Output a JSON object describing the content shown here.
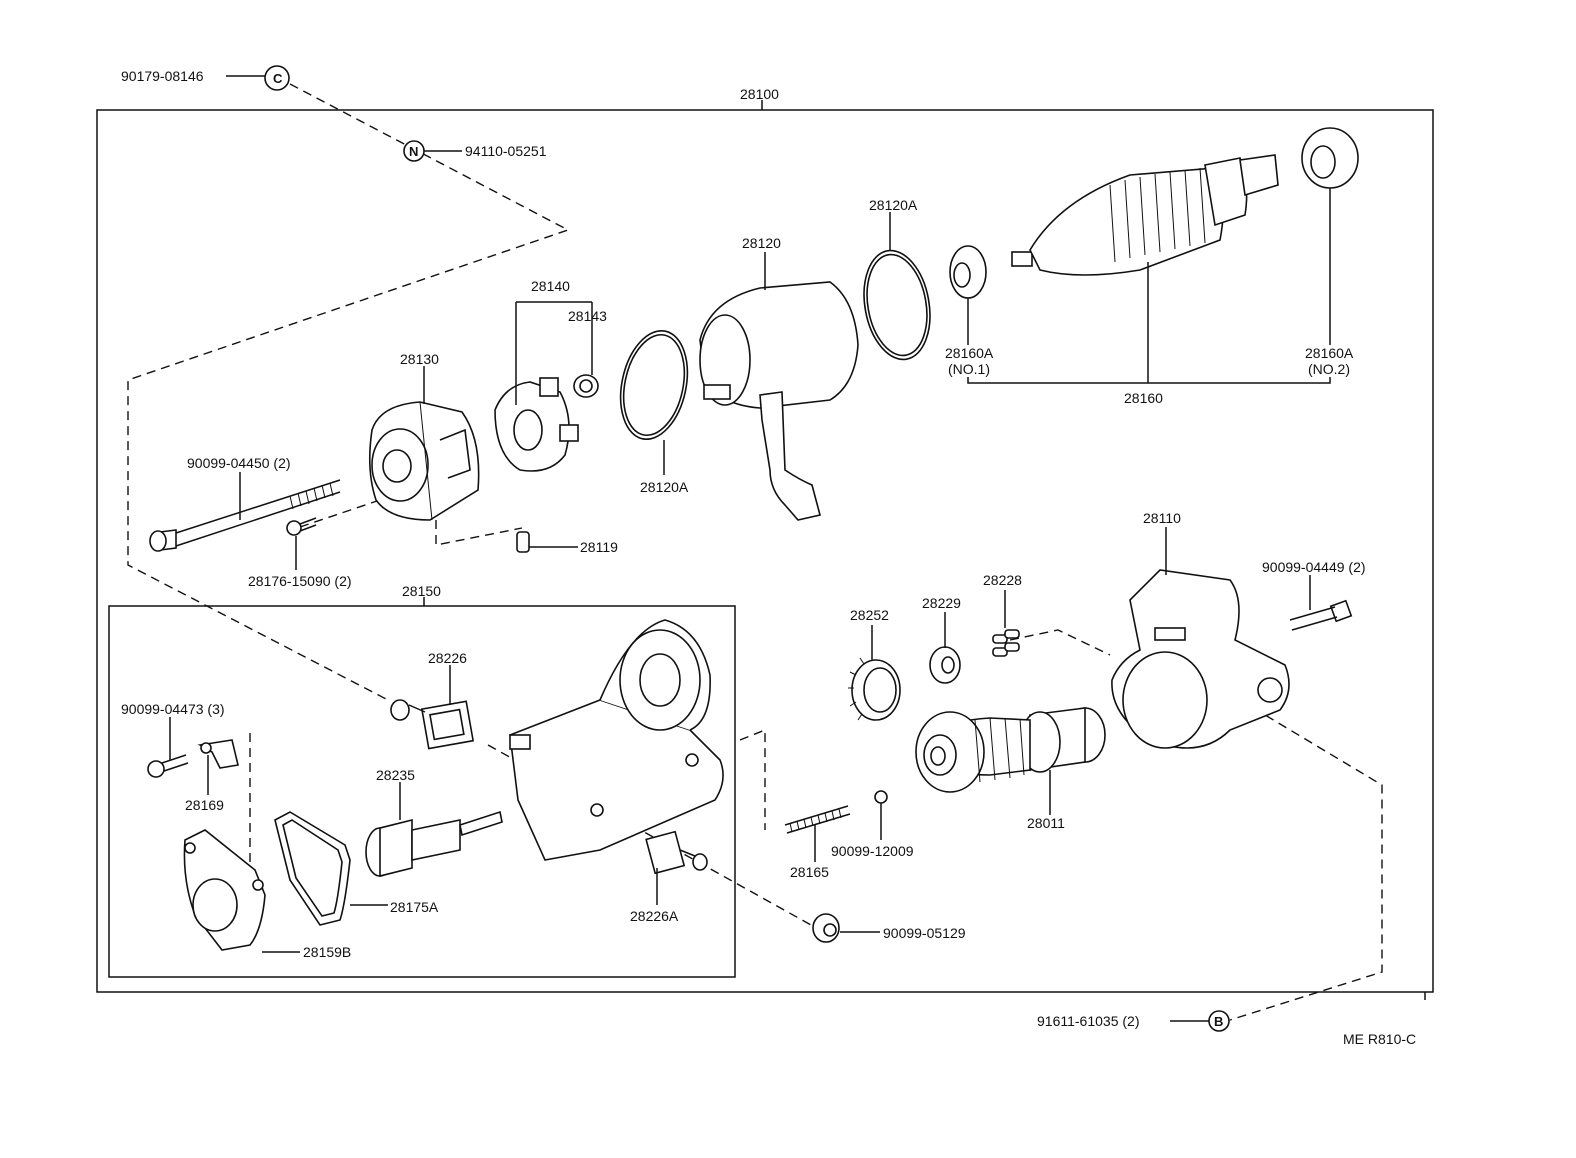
{
  "diagram": {
    "drawing_code": "ME R810-C",
    "assembly": "28100",
    "callouts": {
      "p90179_08146": "90179-08146",
      "p94110_05251": "94110-05251",
      "p28120A_top": "28120A",
      "p28120": "28120",
      "p28140": "28140",
      "p28143": "28143",
      "p28130": "28130",
      "p28160A_1": "28160A",
      "p28160A_1_note": "(NO.1)",
      "p28160A_2": "28160A",
      "p28160A_2_note": "(NO.2)",
      "p28160": "28160",
      "p90099_04450": "90099-04450 (2)",
      "p28120A_low": "28120A",
      "p28119": "28119",
      "p28176_15090": "28176-15090 (2)",
      "p28110": "28110",
      "p90099_04449": "90099-04449 (2)",
      "p28150": "28150",
      "p28228": "28228",
      "p28229": "28229",
      "p28252": "28252",
      "p28226": "28226",
      "p90099_04473": "90099-04473 (3)",
      "p28169": "28169",
      "p28235": "28235",
      "p28175A": "28175A",
      "p28159B": "28159B",
      "p28226A": "28226A",
      "p28165": "28165",
      "p90099_12009": "90099-12009",
      "p28011": "28011",
      "p90099_05129": "90099-05129",
      "p91611_61035": "91611-61035 (2)"
    },
    "symbols": {
      "c_mark": "C",
      "n_mark": "N",
      "b_mark": "B"
    }
  }
}
